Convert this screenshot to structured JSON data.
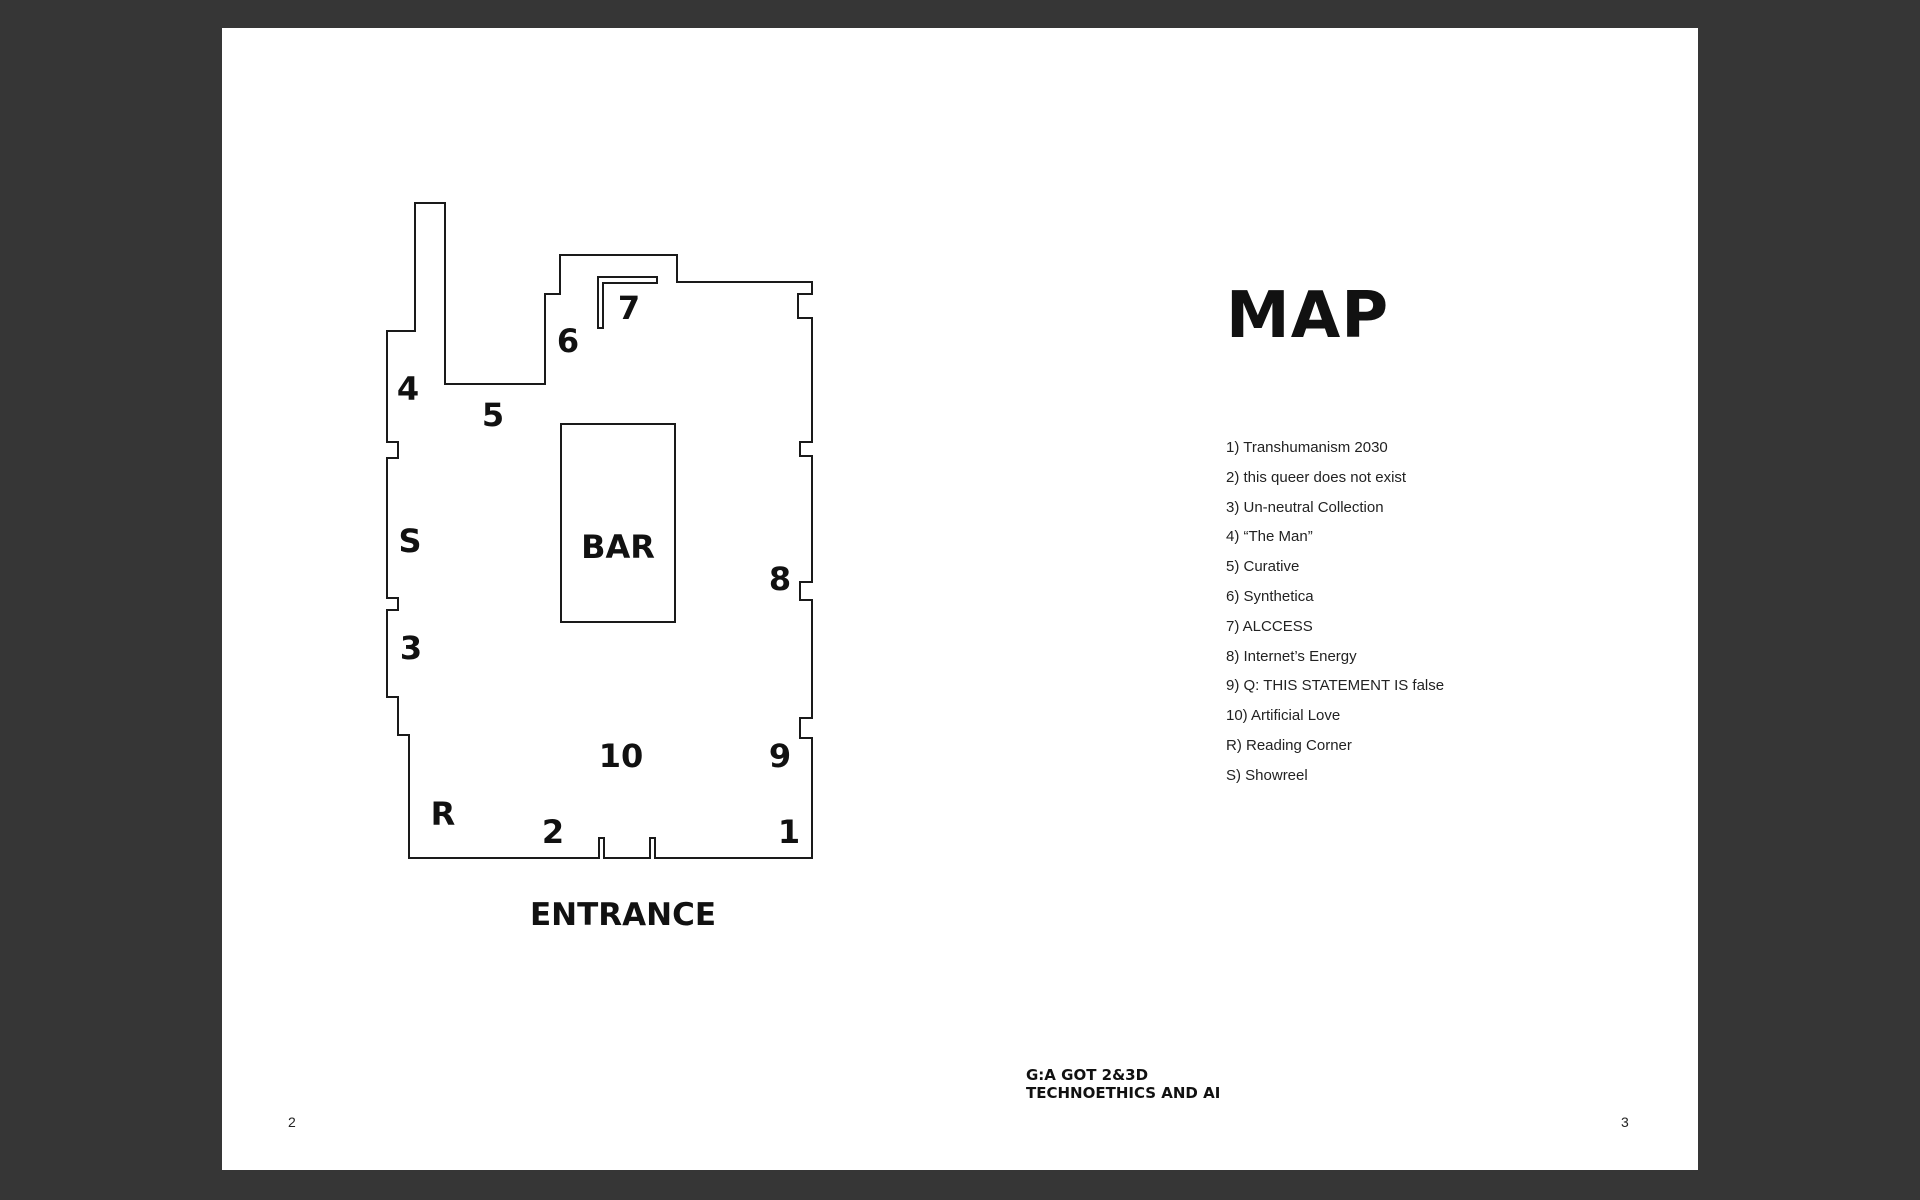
{
  "map": {
    "title": "MAP",
    "zones": {
      "z1": "1",
      "z2": "2",
      "z3": "3",
      "z4": "4",
      "z5": "5",
      "z6": "6",
      "z7": "7",
      "z8": "8",
      "z9": "9",
      "z10": "10",
      "zR": "R",
      "zS": "S"
    },
    "bar_label": "BAR",
    "entrance_label": "ENTRANCE",
    "legend": [
      "1) Transhumanism 2030",
      "2) this queer does not exist",
      "3) Un-neutral Collection",
      "4) “The Man”",
      "5) Curative",
      "6) Synthetica",
      "7) ALCCESS",
      "8) Internet’s Energy",
      "9) Q: THIS STATEMENT IS false",
      "10) Artificial Love",
      "R) Reading Corner",
      "S) Showreel"
    ]
  },
  "footer": {
    "line1": "G:A GOT 2&3D",
    "line2": "TECHNOETHICS AND AI",
    "page_left": "2",
    "page_right": "3"
  }
}
